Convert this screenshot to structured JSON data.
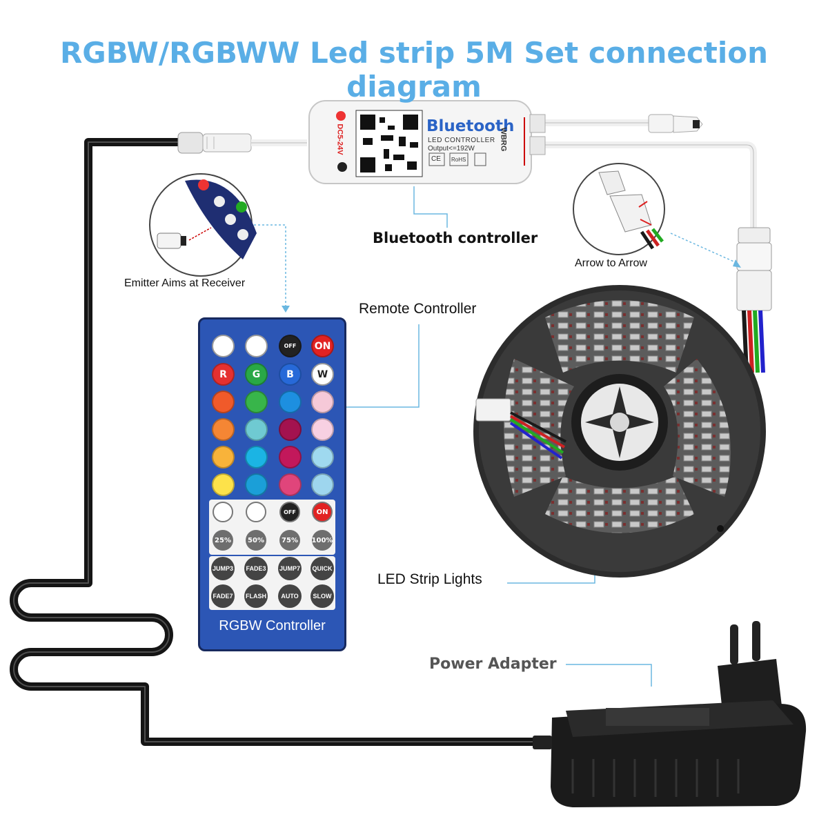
{
  "title": "RGBW/RGBWW Led strip 5M Set connection diagram",
  "labels": {
    "bluetooth_controller": "Bluetooth controller",
    "remote_controller": "Remote Controller",
    "led_strip": "LED Strip Lights",
    "power_adapter": "Power Adapter",
    "emitter": "Emitter Aims at Receiver",
    "arrow": "Arrow to Arrow"
  },
  "controller_box": {
    "brand": "Bluetooth",
    "subtitle": "LED CONTROLLER",
    "output": "Output<=192W",
    "voltage": "DC5-24V",
    "pins": "WBRG",
    "marks": [
      "CE",
      "RoHS"
    ]
  },
  "remote": {
    "caption": "RGBW  Controller",
    "rows": [
      [
        {
          "t": "",
          "c": "#ffffff"
        },
        {
          "t": "",
          "c": "#ffffff"
        },
        {
          "t": "OFF",
          "c": "#222222"
        },
        {
          "t": "ON",
          "c": "#e22222"
        }
      ],
      [
        {
          "t": "R",
          "c": "#e53030"
        },
        {
          "t": "G",
          "c": "#29a846"
        },
        {
          "t": "B",
          "c": "#2769d8"
        },
        {
          "t": "W",
          "c": "#ffffff"
        }
      ],
      [
        {
          "t": "",
          "c": "#f05a2a"
        },
        {
          "t": "",
          "c": "#38b54a"
        },
        {
          "t": "",
          "c": "#1d8fe0"
        },
        {
          "t": "",
          "c": "#f6c9d8"
        }
      ],
      [
        {
          "t": "",
          "c": "#f58634"
        },
        {
          "t": "",
          "c": "#6fcad2"
        },
        {
          "t": "",
          "c": "#a3124f"
        },
        {
          "t": "",
          "c": "#f8d0e2"
        }
      ],
      [
        {
          "t": "",
          "c": "#f8b33a"
        },
        {
          "t": "",
          "c": "#1bb4e4"
        },
        {
          "t": "",
          "c": "#c2185b"
        },
        {
          "t": "",
          "c": "#9fd9ef"
        }
      ],
      [
        {
          "t": "",
          "c": "#fde24a"
        },
        {
          "t": "",
          "c": "#1b9fd8"
        },
        {
          "t": "",
          "c": "#e0457b"
        },
        {
          "t": "",
          "c": "#9ed6ee"
        }
      ]
    ],
    "panel_top": [
      {
        "t": "",
        "c": "#ffffff"
      },
      {
        "t": "",
        "c": "#ffffff"
      },
      {
        "t": "OFF",
        "c": "#222222"
      },
      {
        "t": "ON",
        "c": "#e22222"
      }
    ],
    "percents": [
      "25%",
      "50%",
      "75%",
      "100%"
    ],
    "modes": [
      "JUMP3",
      "FADE3",
      "JUMP7",
      "QUICK",
      "FADE7",
      "FLASH",
      "AUTO",
      "SLOW"
    ]
  },
  "colors": {
    "title": "#5aaee6",
    "remote": "#2c56b5",
    "callout": "#6ab7e0"
  }
}
